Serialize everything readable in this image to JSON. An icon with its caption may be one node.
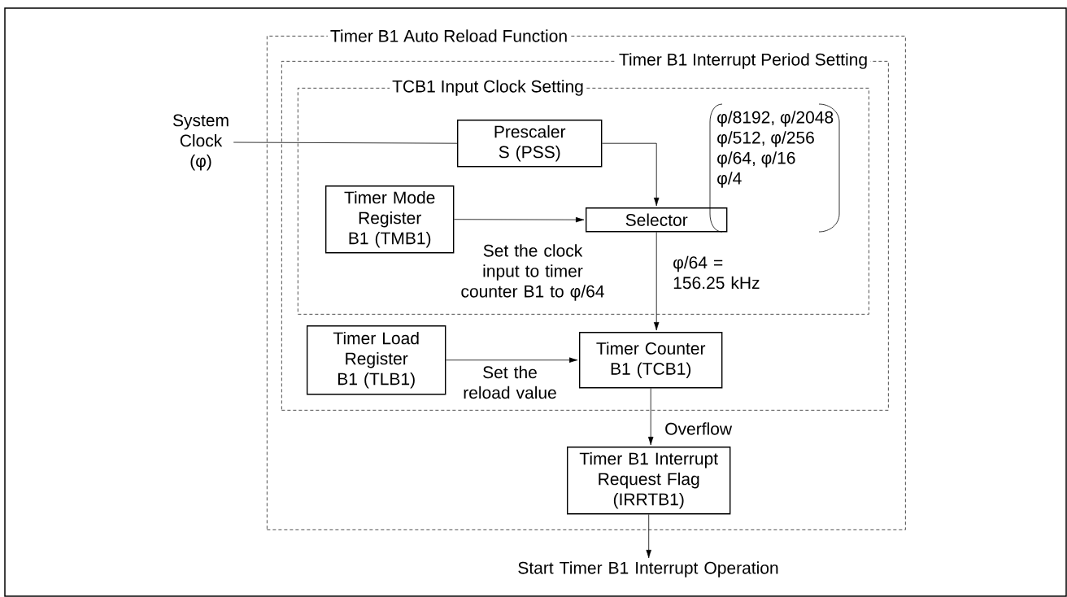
{
  "diagram": {
    "nodes": [
      {
        "text": [
          "Timer B1 Auto Reload Function"
        ]
      },
      {
        "text": [
          "Timer B1 Interrupt Period Setting"
        ],
        "in": 0
      },
      {
        "text": [
          "TCB1 Input Clock Setting"
        ],
        "in": 1
      },
      {
        "text": [
          "System Clock (φ)"
        ]
      },
      {
        "text": [
          "Prescaler S (PSS)"
        ],
        "in": 2
      },
      {
        "text": [
          "Timer Mode Register B1 (TMB1)"
        ],
        "in": 2
      },
      {
        "text": [
          "Selector"
        ],
        "in": 2
      },
      {
        "text": [
          "Timer Load Register B1 (TLB1)"
        ],
        "in": 1
      },
      {
        "text": [
          "Timer Counter B1 (TCB1)"
        ],
        "in": 1
      },
      {
        "text": [
          "Timer B1 Interrupt Request Flag (IRRTB1)"
        ],
        "in": 0
      },
      {
        "text": [
          "Start Timer B1 Interrupt Operation"
        ]
      }
    ],
    "edges": [
      {
        "from": 3,
        "to": 4,
        "arrow": "none"
      },
      {
        "from": 5,
        "to": 6,
        "arrow": "to",
        "label": "Set the clock input to timer counter B1 to φ/64"
      },
      {
        "from": 4,
        "to": 6,
        "arrow": "to"
      },
      {
        "from": 6,
        "to": 8,
        "arrow": "to",
        "label": "φ/64 = 156.25 kHz"
      },
      {
        "from": 7,
        "to": 8,
        "arrow": "to",
        "label": "Set the reload value"
      },
      {
        "from": 8,
        "to": 9,
        "arrow": "to",
        "label": "Overflow"
      },
      {
        "from": 9,
        "to": 10,
        "arrow": "to"
      }
    ],
    "labels": [
      "φ/8192, φ/2048",
      "φ/512, φ/256",
      "φ/64, φ/16",
      "φ/4"
    ]
  }
}
